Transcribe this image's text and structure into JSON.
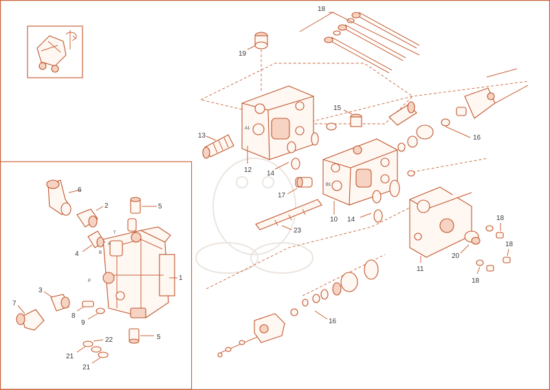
{
  "callouts": {
    "c1": "1",
    "c2": "2",
    "c3": "3",
    "c4": "4",
    "c5a": "5",
    "c5b": "5",
    "c6": "6",
    "c7": "7",
    "c8": "8",
    "c9": "9",
    "c10": "10",
    "c11": "11",
    "c12": "12",
    "c13": "13",
    "c14a": "14",
    "c14b": "14",
    "c15": "15",
    "c16a": "16",
    "c16b": "16",
    "c17": "17",
    "c18a": "18",
    "c18b": "18",
    "c18c": "18",
    "c18d": "18",
    "c19": "19",
    "c20": "20",
    "c21a": "21",
    "c21b": "21",
    "c22": "22",
    "c23": "23"
  },
  "port_marks": {
    "T": "T",
    "A": "A",
    "B": "B",
    "P": "P",
    "A1": "A1",
    "B1": "B1"
  },
  "icons": {
    "locator": "machine-locator-icon",
    "rotation": "rotation-arrow-icon"
  },
  "colors": {
    "line": "#c9643a",
    "fill_light": "#fff7f2",
    "fill_dark": "#f6d3c2",
    "text": "#3a3a3a"
  }
}
